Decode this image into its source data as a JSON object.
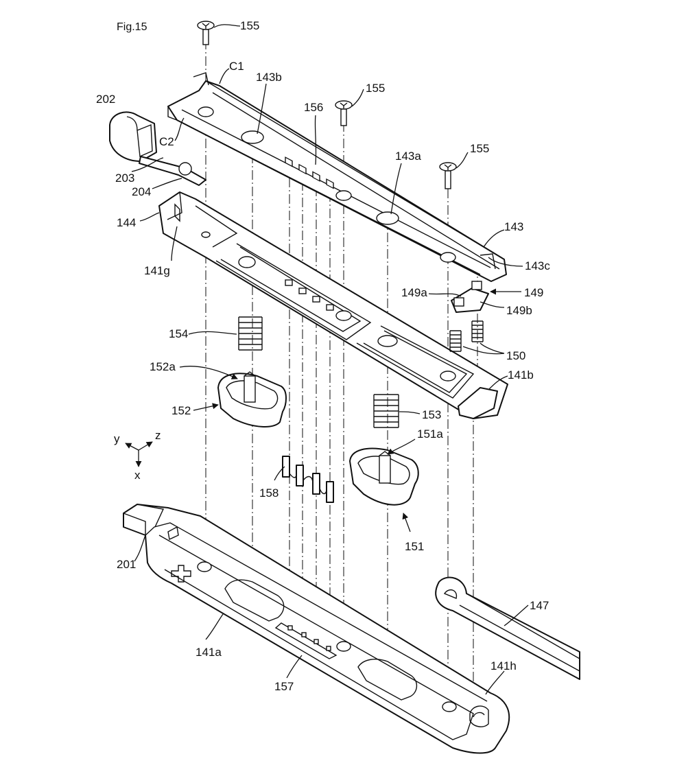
{
  "figure_title": "Fig.15",
  "labels": {
    "l155a": "155",
    "l155b": "155",
    "l155c": "155",
    "lC1": "C1",
    "lC2": "C2",
    "l143b": "143b",
    "l156": "156",
    "l143a": "143a",
    "l143": "143",
    "l143c": "143c",
    "l202": "202",
    "l203": "203",
    "l204": "204",
    "l144": "144",
    "l141g": "141g",
    "l149a": "149a",
    "l149": "149",
    "l149b": "149b",
    "l154": "154",
    "l150": "150",
    "l152a": "152a",
    "l141b": "141b",
    "l152": "152",
    "l153": "153",
    "l151a": "151a",
    "l158": "158",
    "l151": "151",
    "l201": "201",
    "l147": "147",
    "l141a": "141a",
    "l157": "157",
    "l141h": "141h"
  },
  "axes": {
    "y": "y",
    "z": "z",
    "x": "x"
  }
}
